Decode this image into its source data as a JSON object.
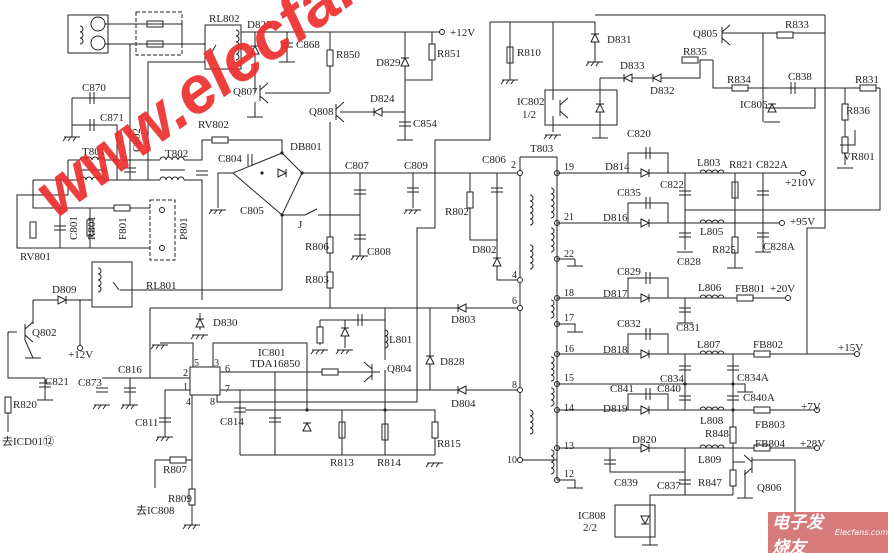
{
  "title": "Power supply circuit schematic (TDA16850)",
  "labels": {
    "RL802": "RL802",
    "D823": "D823",
    "C868": "C868",
    "R850": "R850",
    "D829": "D829",
    "R851": "R851",
    "plus12v_top": "+12V",
    "C870": "C870",
    "C871": "C871",
    "C802": "C802",
    "T801": "T801",
    "T802": "T802",
    "RV802": "RV802",
    "C804": "C804",
    "DB801": "DB801",
    "C807": "C807",
    "C809": "C809",
    "C805": "C805",
    "J": "J",
    "R806": "R806",
    "C808": "C808",
    "R803": "R803",
    "RV801": "RV801",
    "C801": "C801",
    "R801": "R801",
    "F801": "F801",
    "P801": "P801",
    "Q807": "Q807",
    "Q808": "Q808",
    "D824": "D824",
    "C854": "C854",
    "R802": "R802",
    "D802": "D802",
    "C806": "C806",
    "R810": "R810",
    "D831": "D831",
    "D833": "D833",
    "D832": "D832",
    "R835": "R835",
    "Q805": "Q805",
    "R833": "R833",
    "R834": "R834",
    "C838": "C838",
    "IC806": "IC806",
    "R831": "R831",
    "R836": "R836",
    "VR801": "VR801",
    "IC802": "IC802",
    "IC802_half": "1/2",
    "C820": "C820",
    "T803": "T803",
    "D814": "D814",
    "L803": "L803",
    "R821": "R821",
    "C822A": "C822A",
    "C822": "C822",
    "C835": "C835",
    "plus210v": "+210V",
    "D816": "D816",
    "L805": "L805",
    "plus95v": "+95V",
    "C828A": "C828A",
    "R825": "R825",
    "C828": "C828",
    "C829": "C829",
    "D809": "D809",
    "RL801": "RL801",
    "Q802": "Q802",
    "plus12v_q802": "+12V",
    "C821": "C821",
    "R820": "R820",
    "to_icd01": "去ICD01⑫",
    "D830": "D830",
    "C873": "C873",
    "C816": "C816",
    "IC801": "IC801",
    "TDA16850": "TDA16850",
    "C811": "C811",
    "C814": "C814",
    "L801": "L801",
    "Q804": "Q804",
    "R813": "R813",
    "R814": "R814",
    "R815": "R815",
    "R807": "R807",
    "R809": "R809",
    "to_ic808": "去IC808",
    "D828": "D828",
    "D803": "D803",
    "D804": "D804",
    "D817": "D817",
    "L806": "L806",
    "FB801": "FB801",
    "plus20v": "+20V",
    "C831": "C831",
    "C832": "C832",
    "D818": "D818",
    "L807": "L807",
    "FB802": "FB802",
    "plus15v": "+15V",
    "C834": "C834",
    "C834A": "C834A",
    "C841": "C841",
    "C840": "C840",
    "C840A": "C840A",
    "D819": "D819",
    "L808": "L808",
    "FB803": "FB803",
    "plus7v": "+7V",
    "R848": "R848",
    "D820": "D820",
    "FB804": "FB804",
    "plus28v": "+28V",
    "L809": "L809",
    "C839": "C839",
    "C837": "C837",
    "R847": "R847",
    "Q806": "Q806",
    "IC808": "IC808",
    "IC808_half": "2/2",
    "ic_p1": "1",
    "ic_p2": "2",
    "ic_p3": "3",
    "ic_p4": "4",
    "ic_p5": "5",
    "ic_p6": "6",
    "ic_p7": "7",
    "ic_p8": "8",
    "t_p2": "2",
    "t_p4": "4",
    "t_p6": "6",
    "t_p8": "8",
    "t_p10": "10",
    "t_p12": "12",
    "t_p13": "13",
    "t_p14": "14",
    "t_p15": "15",
    "t_p16": "16",
    "t_p17": "17",
    "t_p18": "18",
    "t_p19": "19",
    "t_p21": "21",
    "t_p22": "22"
  },
  "watermark": "www.elecfans.com",
  "logo": {
    "cn": "电子发烧友",
    "en": "Elecfans.com"
  }
}
